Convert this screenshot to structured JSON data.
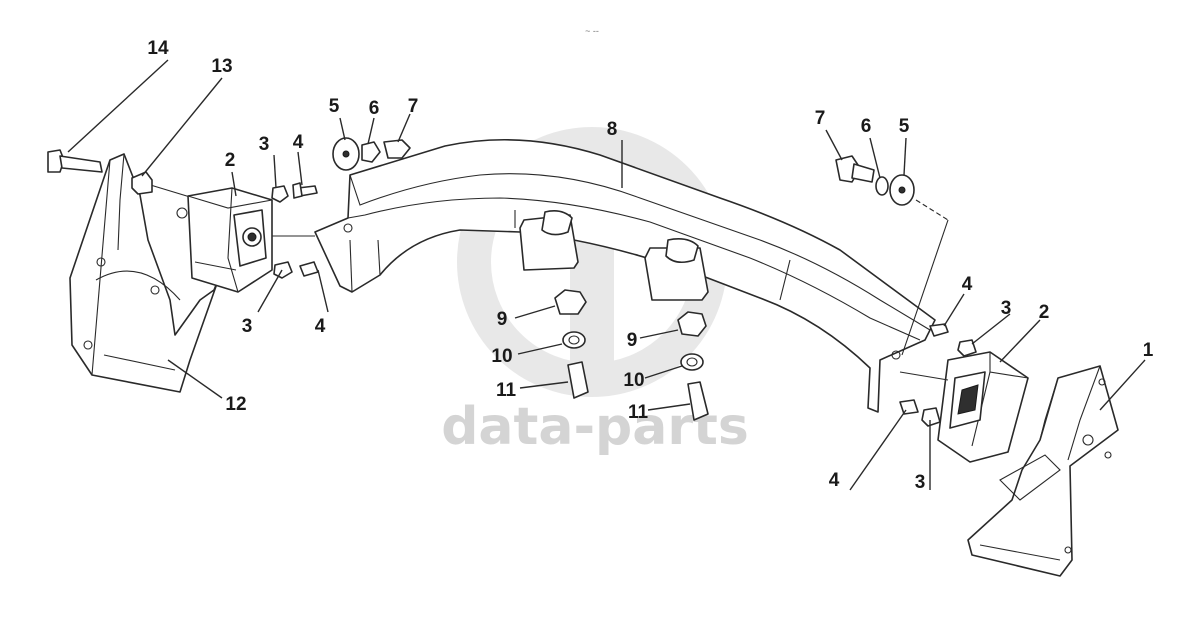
{
  "header": {
    "mark": "~ --"
  },
  "watermark": {
    "text": "data-parts",
    "logo": "gp-logo"
  },
  "callouts": [
    {
      "id": "c14",
      "text": "14"
    },
    {
      "id": "c13",
      "text": "13"
    },
    {
      "id": "c2a",
      "text": "2"
    },
    {
      "id": "c3a",
      "text": "3"
    },
    {
      "id": "c4a",
      "text": "4"
    },
    {
      "id": "c5a",
      "text": "5"
    },
    {
      "id": "c6a",
      "text": "6"
    },
    {
      "id": "c7a",
      "text": "7"
    },
    {
      "id": "c8",
      "text": "8"
    },
    {
      "id": "c3b",
      "text": "3"
    },
    {
      "id": "c4b",
      "text": "4"
    },
    {
      "id": "c12",
      "text": "12"
    },
    {
      "id": "c9a",
      "text": "9"
    },
    {
      "id": "c10a",
      "text": "10"
    },
    {
      "id": "c11a",
      "text": "11"
    },
    {
      "id": "c9b",
      "text": "9"
    },
    {
      "id": "c10b",
      "text": "10"
    },
    {
      "id": "c11b",
      "text": "11"
    },
    {
      "id": "c7b",
      "text": "7"
    },
    {
      "id": "c6b",
      "text": "6"
    },
    {
      "id": "c5b",
      "text": "5"
    },
    {
      "id": "c4c",
      "text": "4"
    },
    {
      "id": "c3c",
      "text": "3"
    },
    {
      "id": "c2b",
      "text": "2"
    },
    {
      "id": "c1",
      "text": "1"
    },
    {
      "id": "c4d",
      "text": "4"
    },
    {
      "id": "c3d",
      "text": "3"
    }
  ]
}
